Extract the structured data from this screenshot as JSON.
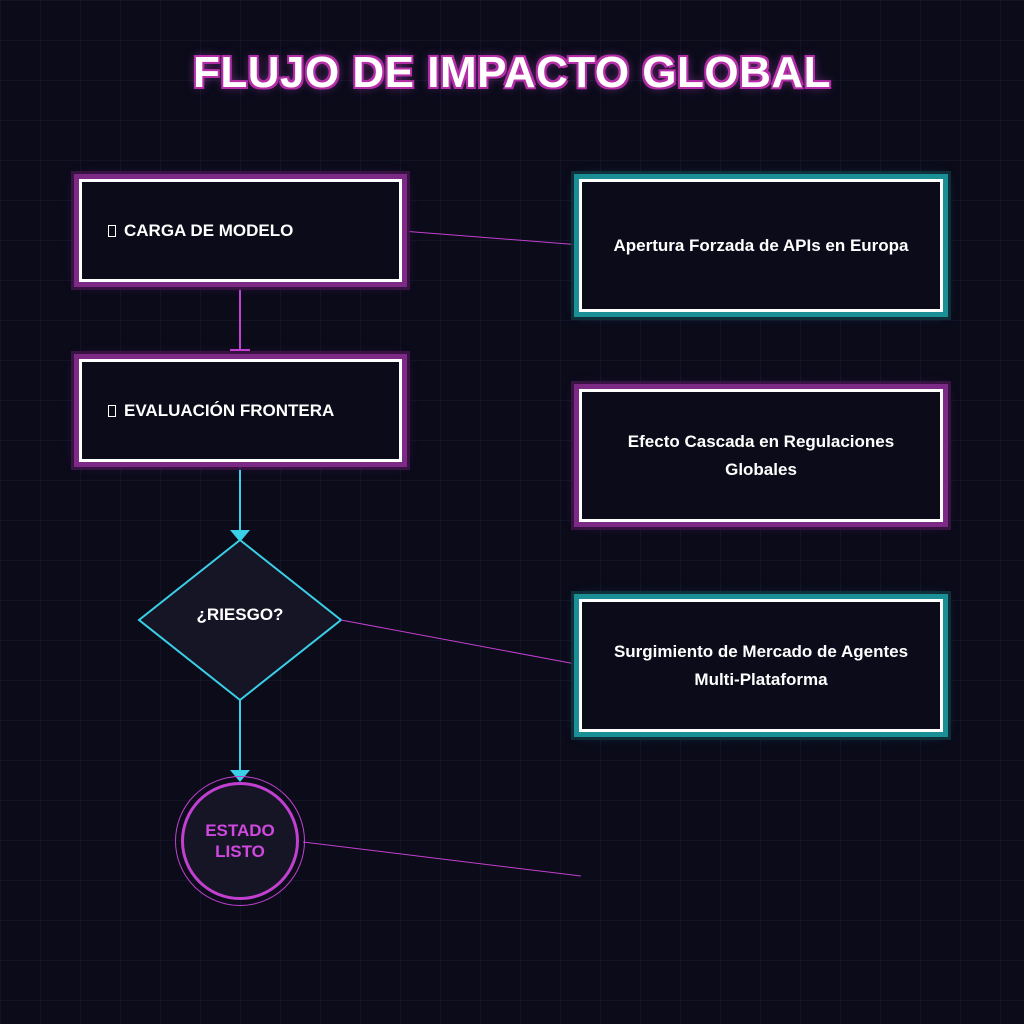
{
  "title": "FLUJO DE IMPACTO GLOBAL",
  "colors": {
    "background": "#0b0b1a",
    "magenta": "#c240d0",
    "cyan": "#3ad0e8",
    "box_border": "#ffffff"
  },
  "flow": {
    "steps": [
      {
        "label": "CARGA DE MODELO",
        "icon": "box-glyph-icon"
      },
      {
        "label": "EVALUACIÓN FRONTERA",
        "icon": "box-glyph-icon"
      }
    ],
    "decision": {
      "label": "¿RIESGO?"
    },
    "end": {
      "label": "ESTADO LISTO"
    }
  },
  "impacts": [
    {
      "label": "Apertura Forzada de APIs en Europa",
      "accent": "cyan"
    },
    {
      "label": "Efecto Cascada en Regulaciones Globales",
      "accent": "magenta"
    },
    {
      "label": "Surgimiento de Mercado de Agentes Multi-Plataforma",
      "accent": "cyan"
    }
  ]
}
